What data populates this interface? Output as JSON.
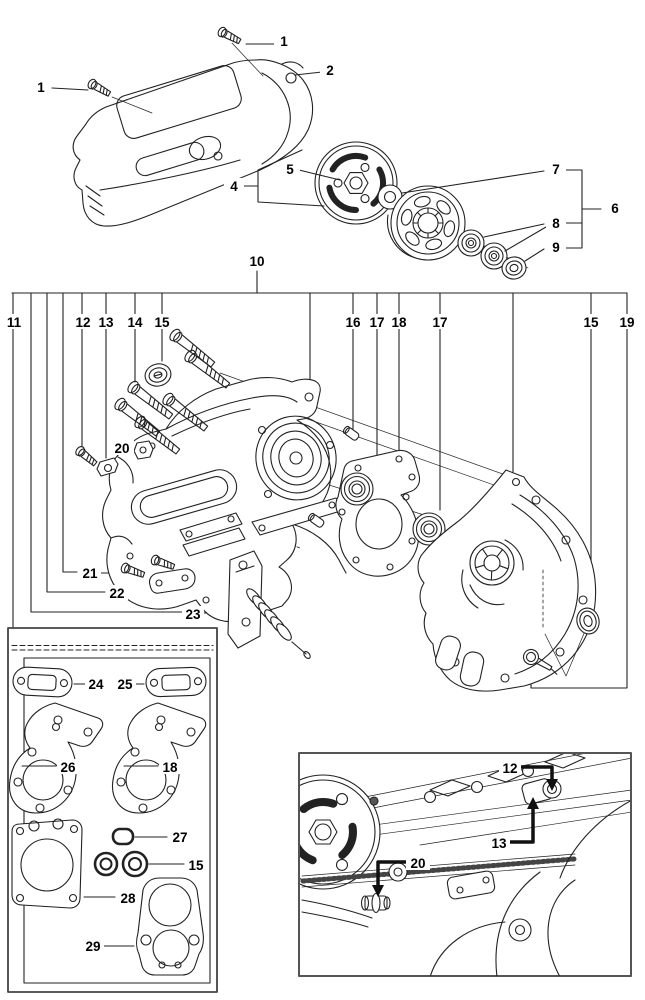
{
  "figure": {
    "type": "exploded-parts-diagram",
    "subject": "chainsaw crankcase / clutch assembly parts diagram",
    "colors": {
      "line": "#222222",
      "background": "#ffffff",
      "label": "#000000",
      "inset_border": "#555555"
    },
    "callouts": {
      "cover_screw_left": "1",
      "cover_screw_top": "1",
      "clutch_cover": "2",
      "clutch_assembly": "4",
      "clutch_center": "5",
      "clutch_drum_group": "6",
      "washer": "7",
      "bearings": "8",
      "seal_ring": "9",
      "crankcase_assembly": "10",
      "gasket_kit": "11",
      "screw_small": "12",
      "clip": "13",
      "case_bolts": "14",
      "oil_seal_left": "15",
      "dowel_pin": "16",
      "bearing_front": "17",
      "crankcase_gasket": "18",
      "bearing_rear": "17",
      "oil_seal_right": "15",
      "plug_screw": "19",
      "bar_nut": "20",
      "tensioner_screw": "21",
      "tensioner_plate": "22",
      "chain_tensioner": "23",
      "kit_muffler_gasket_a": "24",
      "kit_muffler_gasket_b": "25",
      "kit_crankcase_gasket_a": "26",
      "kit_crankcase_gasket_b": "18",
      "kit_grommet": "27",
      "kit_oil_seals": "15",
      "kit_cylinder_gasket": "28",
      "kit_pump_gasket": "29",
      "inset_washer": "12",
      "inset_clip": "13",
      "inset_bar_nut": "20"
    }
  }
}
